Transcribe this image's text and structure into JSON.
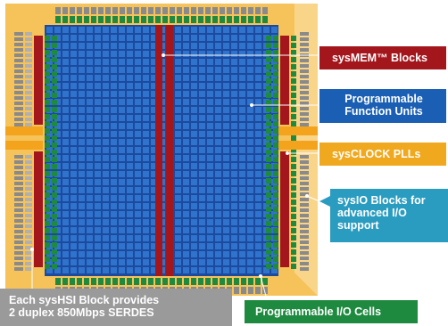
{
  "colors": {
    "chip_bg": "#f6c35a",
    "fabric": "#1f4fa8",
    "cell": "#2f73cc",
    "io_green": "#1e8a3f",
    "mem_red": "#a3161c",
    "hsi_gray": "#8a8a8a",
    "callout_red": "#a3161c",
    "callout_blue": "#1a5fb4",
    "callout_orange": "#f0a81e",
    "callout_teal": "#2a9cc0",
    "callout_gray": "#9a9a9a",
    "callout_green": "#1e8a3f"
  },
  "callouts": {
    "sysmem": "sysMEM™ Blocks",
    "pfu_line1": "Programmable",
    "pfu_line2": "Function Units",
    "pll": "sysCLOCK PLLs",
    "sysio_line1": "sysIO Blocks for",
    "sysio_line2": "advanced I/O",
    "sysio_line3": "support",
    "hsi_line1": "Each sysHSI Block provides",
    "hsi_line2": "2 duplex 850Mbps SERDES",
    "pio": "Programmable I/O Cells"
  }
}
